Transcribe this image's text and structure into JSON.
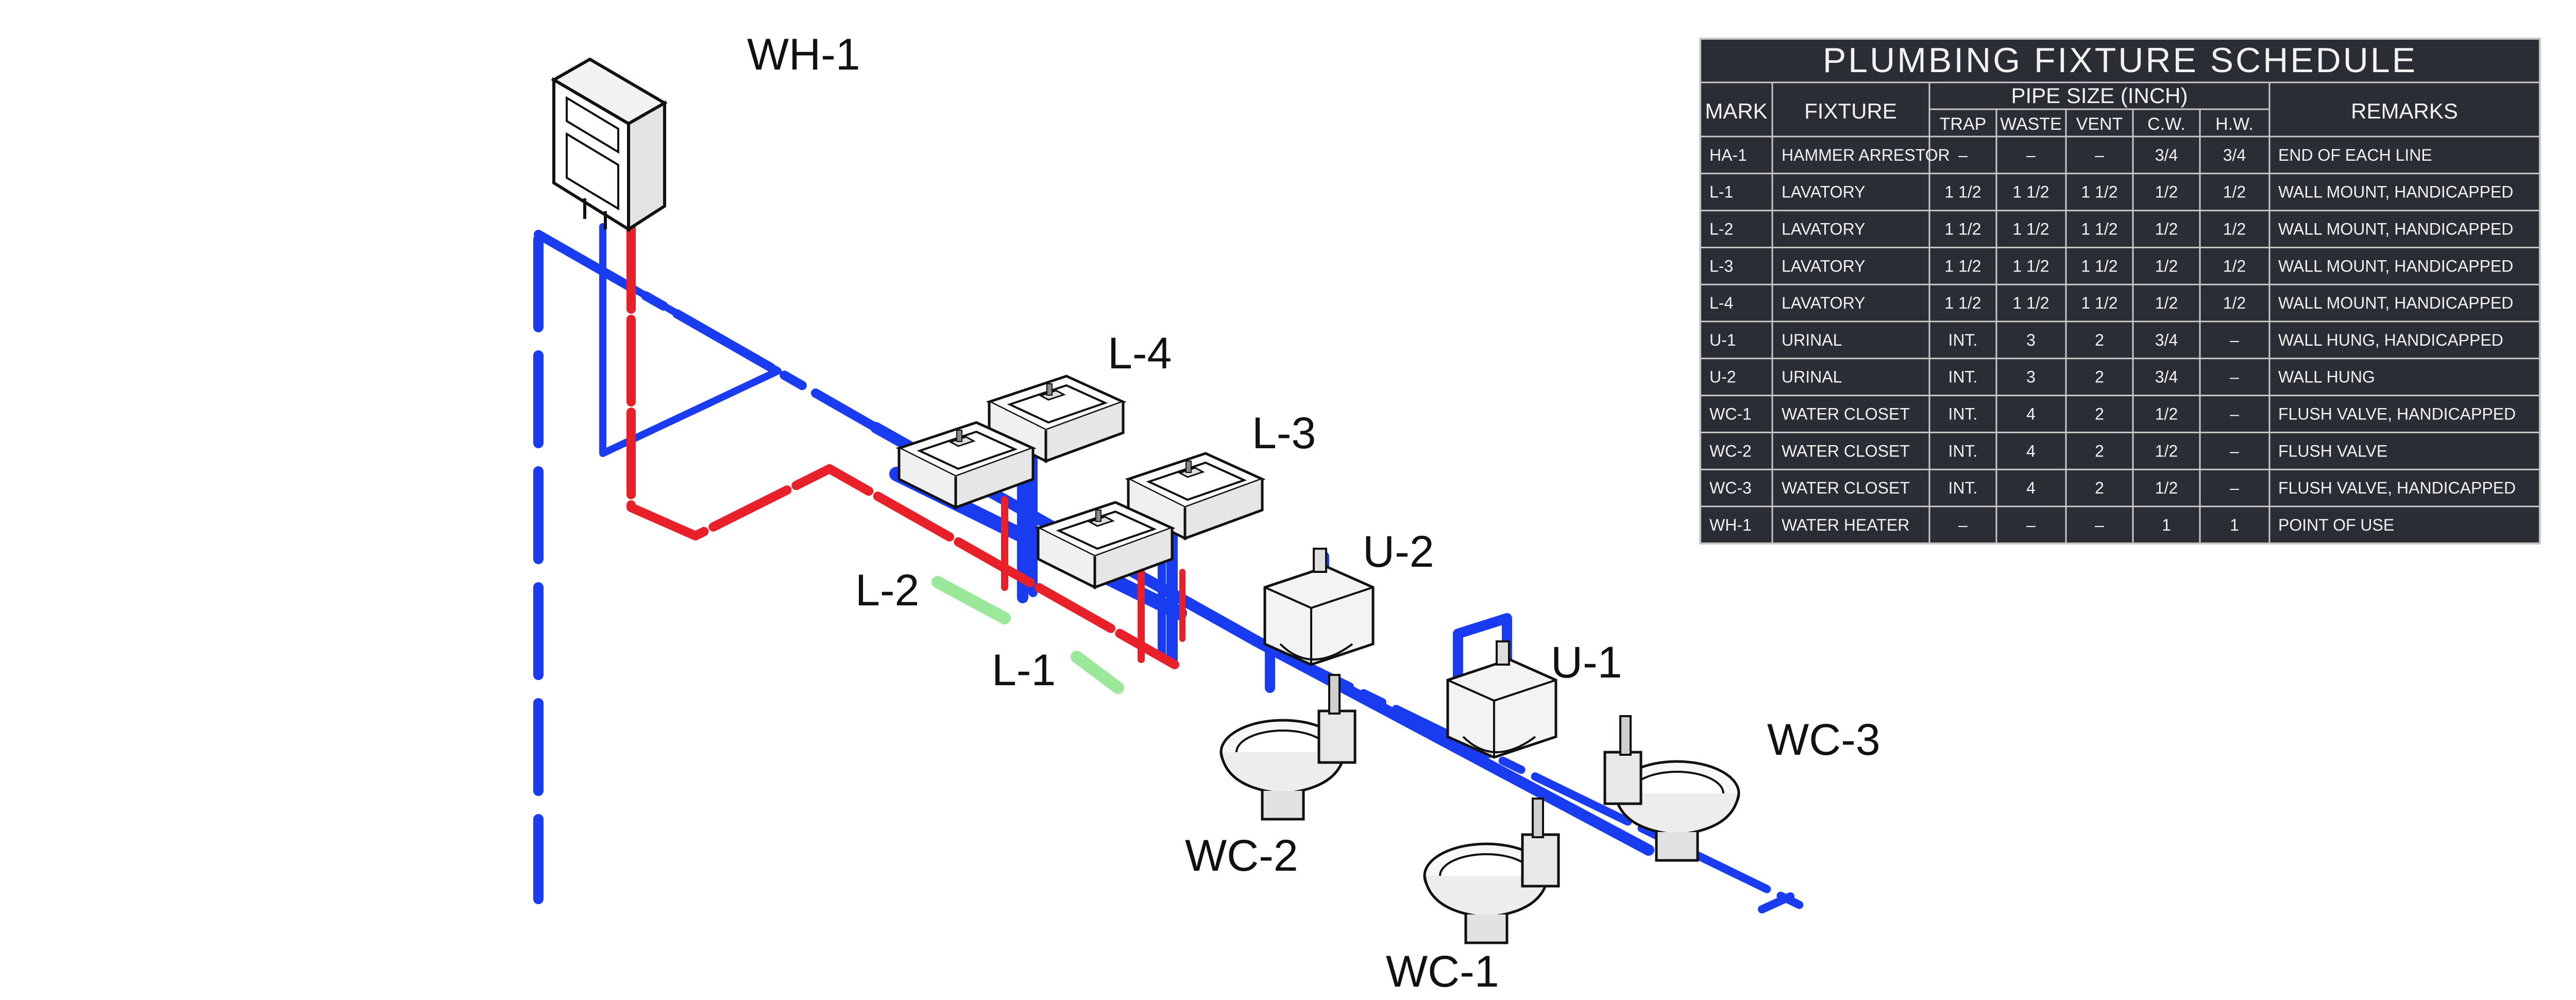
{
  "labels": {
    "wh1": "WH-1",
    "l4": "L-4",
    "l3": "L-3",
    "l2": "L-2",
    "l1": "L-1",
    "u2": "U-2",
    "u1": "U-1",
    "wc3": "WC-3",
    "wc2": "WC-2",
    "wc1": "WC-1"
  },
  "colors": {
    "cold_water": "#1a3cf0",
    "hot_water": "#e8202a",
    "highlight": "#9be89b",
    "schedule_bg": "#2a2d33",
    "schedule_line": "#c8c8c8",
    "fixture_line": "#111111"
  },
  "schedule": {
    "title": "PLUMBING FIXTURE SCHEDULE",
    "headers": {
      "mark": "MARK",
      "fixture": "FIXTURE",
      "pipe_size": "PIPE SIZE (INCH)",
      "remarks": "REMARKS",
      "sub": [
        "TRAP",
        "WASTE",
        "VENT",
        "C.W.",
        "H.W."
      ]
    },
    "rows": [
      [
        "HA-1",
        "HAMMER ARRESTOR",
        "–",
        "–",
        "–",
        "3/4",
        "3/4",
        "END OF EACH LINE"
      ],
      [
        "L-1",
        "LAVATORY",
        "1 1/2",
        "1 1/2",
        "1 1/2",
        "1/2",
        "1/2",
        "WALL MOUNT, HANDICAPPED"
      ],
      [
        "L-2",
        "LAVATORY",
        "1 1/2",
        "1 1/2",
        "1 1/2",
        "1/2",
        "1/2",
        "WALL MOUNT, HANDICAPPED"
      ],
      [
        "L-3",
        "LAVATORY",
        "1 1/2",
        "1 1/2",
        "1 1/2",
        "1/2",
        "1/2",
        "WALL MOUNT, HANDICAPPED"
      ],
      [
        "L-4",
        "LAVATORY",
        "1 1/2",
        "1 1/2",
        "1 1/2",
        "1/2",
        "1/2",
        "WALL MOUNT, HANDICAPPED"
      ],
      [
        "U-1",
        "URINAL",
        "INT.",
        "3",
        "2",
        "3/4",
        "–",
        "WALL HUNG, HANDICAPPED"
      ],
      [
        "U-2",
        "URINAL",
        "INT.",
        "3",
        "2",
        "3/4",
        "–",
        "WALL HUNG"
      ],
      [
        "WC-1",
        "WATER CLOSET",
        "INT.",
        "4",
        "2",
        "1/2",
        "–",
        "FLUSH VALVE, HANDICAPPED"
      ],
      [
        "WC-2",
        "WATER CLOSET",
        "INT.",
        "4",
        "2",
        "1/2",
        "–",
        "FLUSH VALVE"
      ],
      [
        "WC-3",
        "WATER CLOSET",
        "INT.",
        "4",
        "2",
        "1/2",
        "–",
        "FLUSH VALVE, HANDICAPPED"
      ],
      [
        "WH-1",
        "WATER HEATER",
        "–",
        "–",
        "–",
        "1",
        "1",
        "POINT OF USE"
      ]
    ]
  }
}
